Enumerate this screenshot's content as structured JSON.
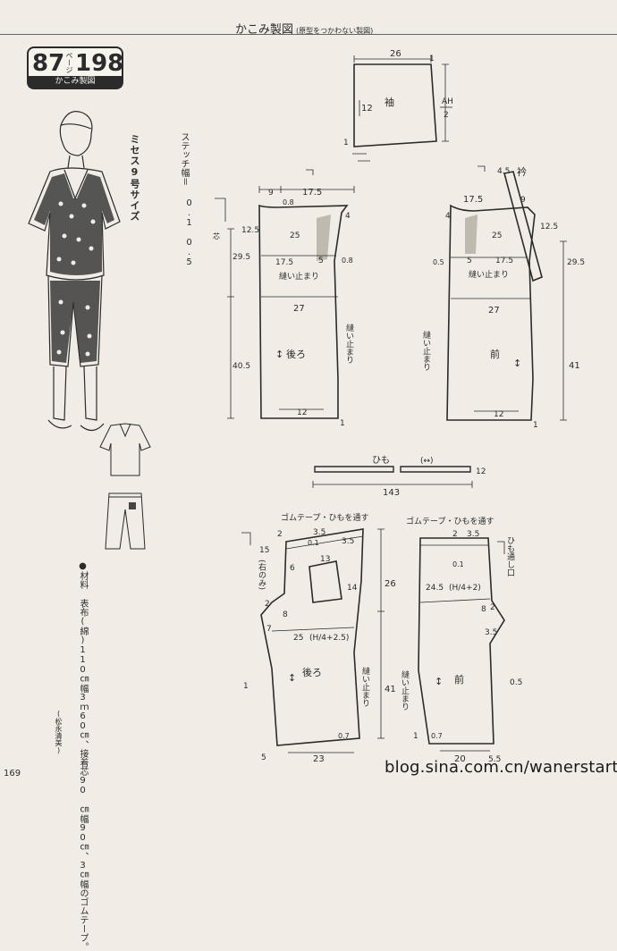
{
  "header": {
    "title": "かこみ製図",
    "subtitle": "(原型をつかわない製図)"
  },
  "badge": {
    "page": "87",
    "page_unit": "ページ",
    "number": "198",
    "label": "かこみ製図"
  },
  "size_label": "ミセス9号サイズ",
  "stitch": {
    "label": "ステッチ幅＝",
    "values": "0.1 0.5"
  },
  "materials": {
    "title": "●材料",
    "line1": "表布(綿)110㎝幅3ｍ60㎝、接着芯90",
    "line2": "㎝幅90㎝、3㎝幅のゴムテープ。",
    "author": "(松永清美)"
  },
  "page_number": "169",
  "watermark": "blog.sina.com.cn/wanerstart",
  "sleeve": {
    "name": "袖",
    "w": "26",
    "h1": "1",
    "d": "12",
    "ah_top": "AH",
    "ah_bot": "2",
    "b1": "1"
  },
  "back": {
    "name": "後ろ",
    "w9": "9",
    "w175": "17.5",
    "n08": "0.8",
    "n4": "4",
    "n125": "12.5",
    "n25": "25",
    "n5": "5",
    "n295": "29.5",
    "n175b": "17.5",
    "n08b": "0.8",
    "stop": "縫い止まり",
    "n27": "27",
    "n405": "40.5",
    "stop2": "縫い止まり",
    "n12": "12",
    "n1": "1",
    "stitch": "芯"
  },
  "front": {
    "name": "前",
    "collar": "衿",
    "n45": "4.5",
    "n9": "9",
    "n175": "17.5",
    "n4": "4",
    "n125": "12.5",
    "n25": "25",
    "n05": "0.5",
    "n5": "5",
    "n175b": "17.5",
    "stop": "縫い止まり",
    "n295": "29.5",
    "n27": "27",
    "n41": "41",
    "stop2": "縫い止まり",
    "n12": "12",
    "n1": "1"
  },
  "himo": {
    "name": "ひも",
    "w": "12",
    "total": "143"
  },
  "pants_back": {
    "name": "後ろ",
    "gomu": "ゴムテープ・ひもを通す",
    "n2": "2",
    "n35": "3.5",
    "n35b": "3.5",
    "n6": "6",
    "n13": "13",
    "n01": "0.1",
    "n15": "15",
    "n14": "14",
    "migi": "(右のみ)",
    "n25": "25",
    "formula": "(H/4+2.5)",
    "n2b": "2",
    "n8": "8",
    "n7": "7",
    "n26": "26",
    "n41": "41",
    "stop": "縫い止まり",
    "n1": "1",
    "n07": "0.7",
    "n5": "5",
    "n23": "23"
  },
  "pants_front": {
    "name": "前",
    "gomu": "ゴムテープ・ひもを通す",
    "n2": "2",
    "n35": "3.5",
    "himo": "ひも通し口",
    "n01": "0.1",
    "n245": "24.5",
    "formula": "(H/4+2)",
    "n8": "8",
    "n2b": "2",
    "n35b": "3.5",
    "n05": "0.5",
    "stop": "縫い止まり",
    "n1": "1",
    "n07": "0.7",
    "n20": "20",
    "n55": "5.5"
  }
}
